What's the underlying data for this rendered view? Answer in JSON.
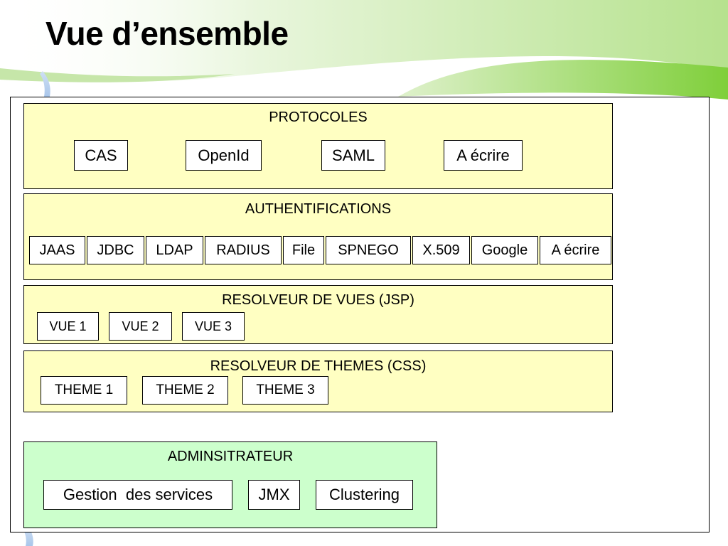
{
  "title": "Vue d’ensemble",
  "protocols": {
    "title": "PROTOCOLES",
    "items": [
      "CAS",
      "OpenId",
      "SAML",
      "A écrire"
    ]
  },
  "authentications": {
    "title": "AUTHENTIFICATIONS",
    "items": [
      "JAAS",
      "JDBC",
      "LDAP",
      "RADIUS",
      "File",
      "SPNEGO",
      "X.509",
      "Google",
      "A écrire"
    ]
  },
  "view_resolver": {
    "title": "RESOLVEUR DE VUES (JSP)",
    "items": [
      "VUE 1",
      "VUE 2",
      "VUE 3"
    ]
  },
  "theme_resolver": {
    "title": "RESOLVEUR DE THEMES (CSS)",
    "items": [
      "THEME 1",
      "THEME 2",
      "THEME 3"
    ]
  },
  "administrator": {
    "title": "ADMINSITRATEUR",
    "items": [
      "Gestion  des services",
      "JMX",
      "Clustering"
    ]
  },
  "colors": {
    "layer_fill": "#ffffc2",
    "admin_fill": "#ccffcc",
    "accent_green": "#7fcf3a",
    "accent_blue": "#a9c6ea"
  }
}
